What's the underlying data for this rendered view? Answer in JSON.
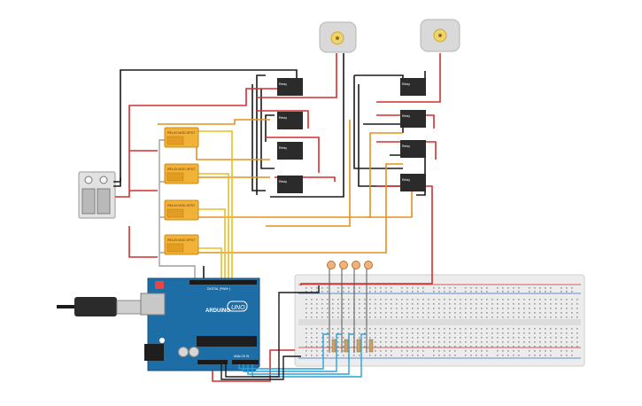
{
  "relays": [
    {
      "label": "RELAY-MOD-SPDT"
    },
    {
      "label": "RELAY-MOD-SPDT"
    },
    {
      "label": "RELAY-MOD-SPDT"
    },
    {
      "label": "RELAY-MOD-SPDT"
    }
  ],
  "small_relay_label": "Relay",
  "arduino": {
    "brand": "ARDUINO",
    "model": "UNO",
    "digital_label": "DIGITAL (PWM~)",
    "analog_label": "ANALOG IN"
  },
  "colors": {
    "wire_black": "#1a1a1a",
    "wire_red": "#d32f2f",
    "wire_orange": "#e6901e",
    "wire_yellow": "#e8c020",
    "wire_gray": "#9e9e9e",
    "wire_blue": "#2aa1d9",
    "arduino_board": "#1d6ea6",
    "relay_module": "#f2b238",
    "breadboard": "#ececec",
    "motor_body": "#d9d9d9"
  }
}
